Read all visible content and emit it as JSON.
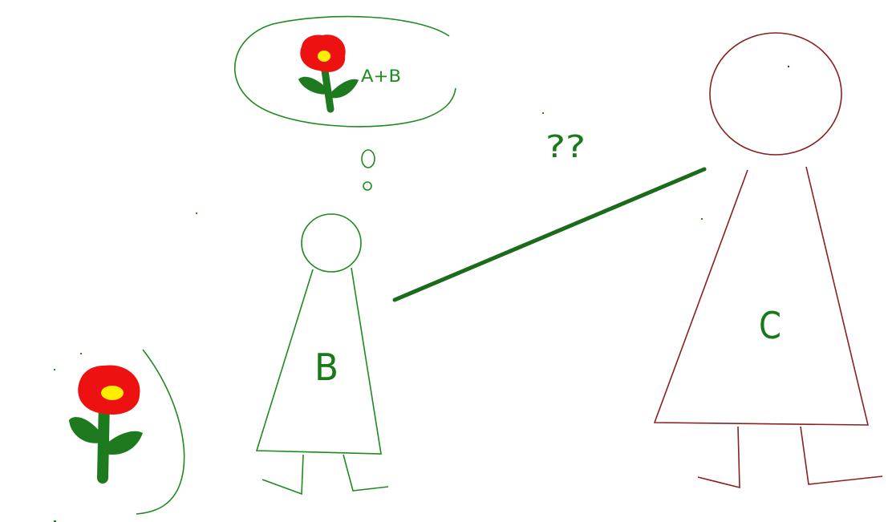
{
  "thought": {
    "text": "A+B"
  },
  "person_b": {
    "label": "B"
  },
  "person_c": {
    "label": "C"
  },
  "question": {
    "text": "??"
  },
  "colors": {
    "green": "#177a17",
    "dark_green": "#1b6b1b",
    "maroon": "#8a2020",
    "petal_red": "#ee1111",
    "flower_center": "#ffee00"
  }
}
